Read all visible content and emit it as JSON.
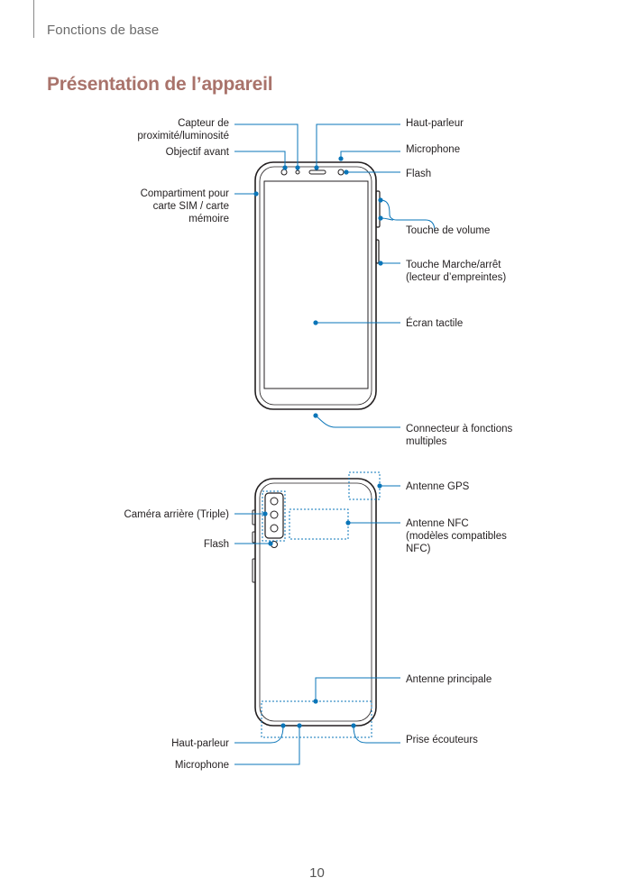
{
  "header": {
    "section": "Fonctions de base"
  },
  "title": "Présentation de l’appareil",
  "front_labels": {
    "proximity": "Capteur de\nproximité/luminosité",
    "front_camera": "Objectif avant",
    "sim_tray": "Compartiment pour\ncarte SIM / carte\nmémoire",
    "earpiece": "Haut-parleur",
    "microphone": "Microphone",
    "flash": "Flash",
    "volume": "Touche de volume",
    "power": "Touche Marche/arrêt\n(lecteur d’empreintes)",
    "touchscreen": "Écran tactile",
    "connector": "Connecteur à fonctions\nmultiples"
  },
  "back_labels": {
    "gps": "Antenne GPS",
    "rear_camera": "Caméra arrière (Triple)",
    "nfc": "Antenne NFC\n(modèles compatibles\nNFC)",
    "flash": "Flash",
    "main_antenna": "Antenne principale",
    "speaker": "Haut-parleur",
    "headset": "Prise écouteurs",
    "microphone": "Microphone"
  },
  "page_number": "10",
  "colors": {
    "title": "#a9736b",
    "callout": "#0a75b8",
    "text": "#231f20"
  }
}
